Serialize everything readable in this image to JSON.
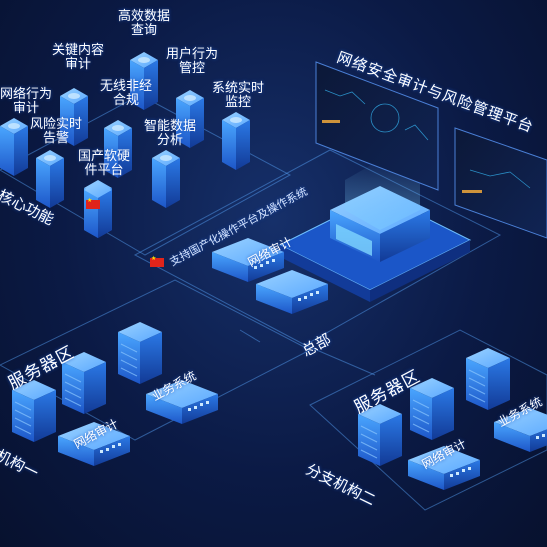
{
  "core_functions": {
    "title": "核心功能",
    "items": [
      {
        "name": "item-network-behavior-audit",
        "text": "网络行为\n审计"
      },
      {
        "name": "item-key-content-audit",
        "text": "关键内容\n审计"
      },
      {
        "name": "item-efficient-data-query",
        "text": "高效数据\n查询"
      },
      {
        "name": "item-risk-realtime-alert",
        "text": "风险实时\n告警"
      },
      {
        "name": "item-wireless-compliance",
        "text": "无线非经\n合规"
      },
      {
        "name": "item-user-behavior-control",
        "text": "用户行为\n管控"
      },
      {
        "name": "item-domestic-platform",
        "text": "国产软硬\n件平台"
      },
      {
        "name": "item-intelligent-analysis",
        "text": "智能数据\n分析"
      },
      {
        "name": "item-system-monitoring",
        "text": "系统实时\n监控"
      }
    ]
  },
  "platform": {
    "title": "网络安全审计与风险管理平台",
    "support_label": "支持国产化操作平台及操作系统"
  },
  "headquarters": {
    "label": "总部",
    "device_label": "网络审计"
  },
  "branch_one": {
    "label": "机构一",
    "server_zone": "服务器区",
    "business_system": "业务系统",
    "audit_device": "网络审计"
  },
  "branch_two": {
    "label": "分支机构二",
    "server_zone": "服务器区",
    "business_system": "业务系统",
    "audit_device": "网络审计"
  },
  "colors": {
    "background": "#0b1a45",
    "accent": "#2f8cff",
    "outline": "#5aa8ff",
    "flag_red": "#e0241b"
  }
}
